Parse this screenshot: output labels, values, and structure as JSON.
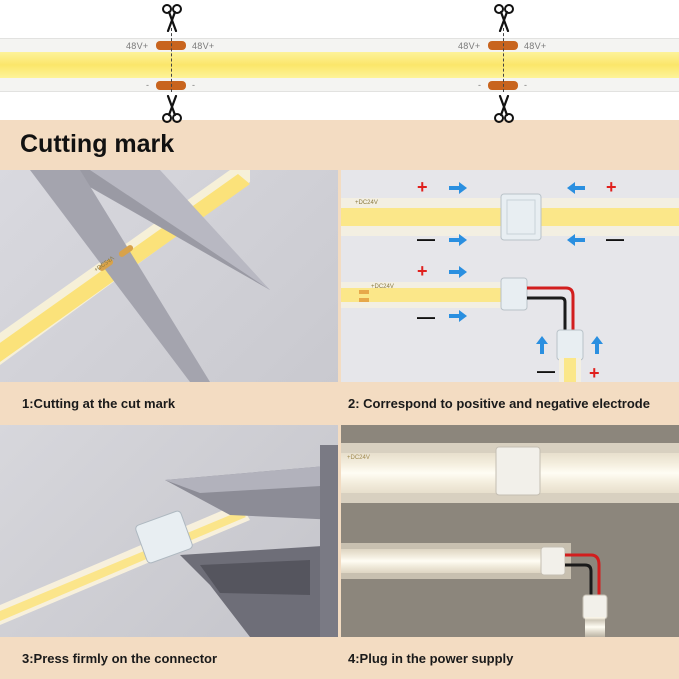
{
  "banner": {
    "cut_mark_labels": [
      "48V+",
      "48V+",
      "48V+",
      "48V+"
    ],
    "minus_labels": [
      "-",
      "-",
      "-",
      "-"
    ],
    "title": "Cutting mark"
  },
  "panels": [
    {
      "caption": "1:Cutting at the cut mark",
      "strip_label": "+DC24V"
    },
    {
      "caption": "2: Correspond to positive and negative electrode",
      "strip_label": "+DC24V",
      "plus_sign": "+",
      "minus_sign": "—"
    },
    {
      "caption": "3:Press firmly on the connector"
    },
    {
      "caption": "4:Plug in the power supply",
      "strip_label": "+DC24V"
    }
  ],
  "colors": {
    "background": "#f3dcc2",
    "led_yellow": "#fbe66a",
    "copper_pad": "#c8641e",
    "positive_red": "#e0201e",
    "arrow_blue": "#2a8fe0"
  }
}
